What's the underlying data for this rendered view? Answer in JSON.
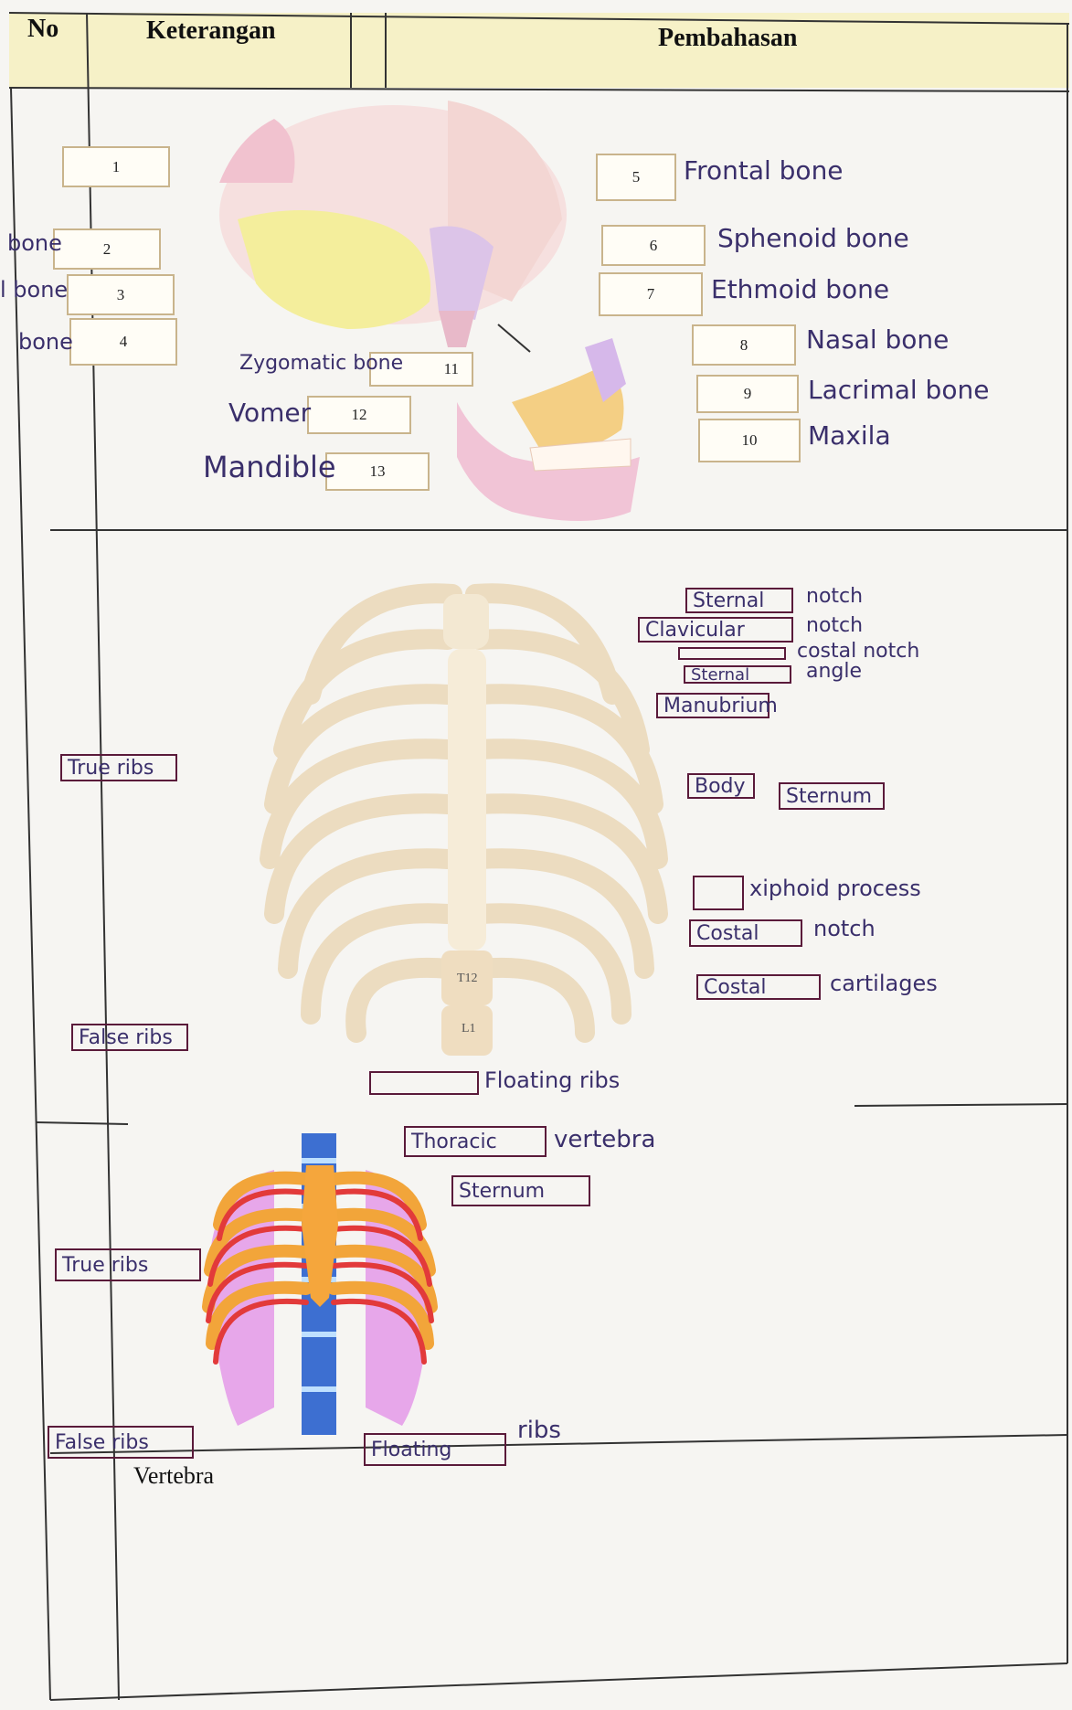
{
  "header": {
    "no": "No",
    "keterangan": "Keterangan",
    "pembahasan": "Pembahasan"
  },
  "skull": {
    "boxes": [
      "1",
      "2",
      "3",
      "4",
      "5",
      "6",
      "7",
      "8",
      "9",
      "10",
      "11",
      "12",
      "13"
    ],
    "labels": {
      "b2": "bone",
      "b3": "l bone",
      "b4": "bone",
      "b5": "Frontal bone",
      "b6": "Sphenoid bone",
      "b7": "Ethmoid bone",
      "b8": "Nasal bone",
      "b9": "Lacrimal bone",
      "b10": "Maxila",
      "b11": "Zygomatic bone",
      "b12": "Vomer",
      "b13": "Mandible"
    }
  },
  "ribcage": {
    "sternal": "Sternal",
    "sternal_suffix": "notch",
    "clavicular": "Clavicular",
    "clavicular_suffix": "notch",
    "costal_notch_suffix": "costal notch",
    "sternal_angle": "Sternal",
    "sternal_angle_suffix": "angle",
    "manubrium": "Manubrium",
    "body": "Body",
    "sternum": "Sternum",
    "xiphoid_suffix": "xiphoid process",
    "costal": "Costal",
    "costal_suffix": "notch",
    "costal2": "Costal",
    "cartilages": "cartilages",
    "floating_suffix": "Floating ribs",
    "true_ribs": "True ribs",
    "false_ribs": "False ribs",
    "vertebra_tag": "T12",
    "l1_tag": "L1"
  },
  "thorax": {
    "thoracic": "Thoracic",
    "vertebra": "vertebra",
    "sternum": "Sternum",
    "true_ribs": "True ribs",
    "false_ribs": "False ribs",
    "floating": "Floating",
    "ribs": "ribs"
  },
  "footer": {
    "vertebra": "Vertebra"
  },
  "colors": {
    "ink": "#3a2f6b",
    "boxborder": "#c9b48c",
    "header": "#f6f1c7"
  }
}
